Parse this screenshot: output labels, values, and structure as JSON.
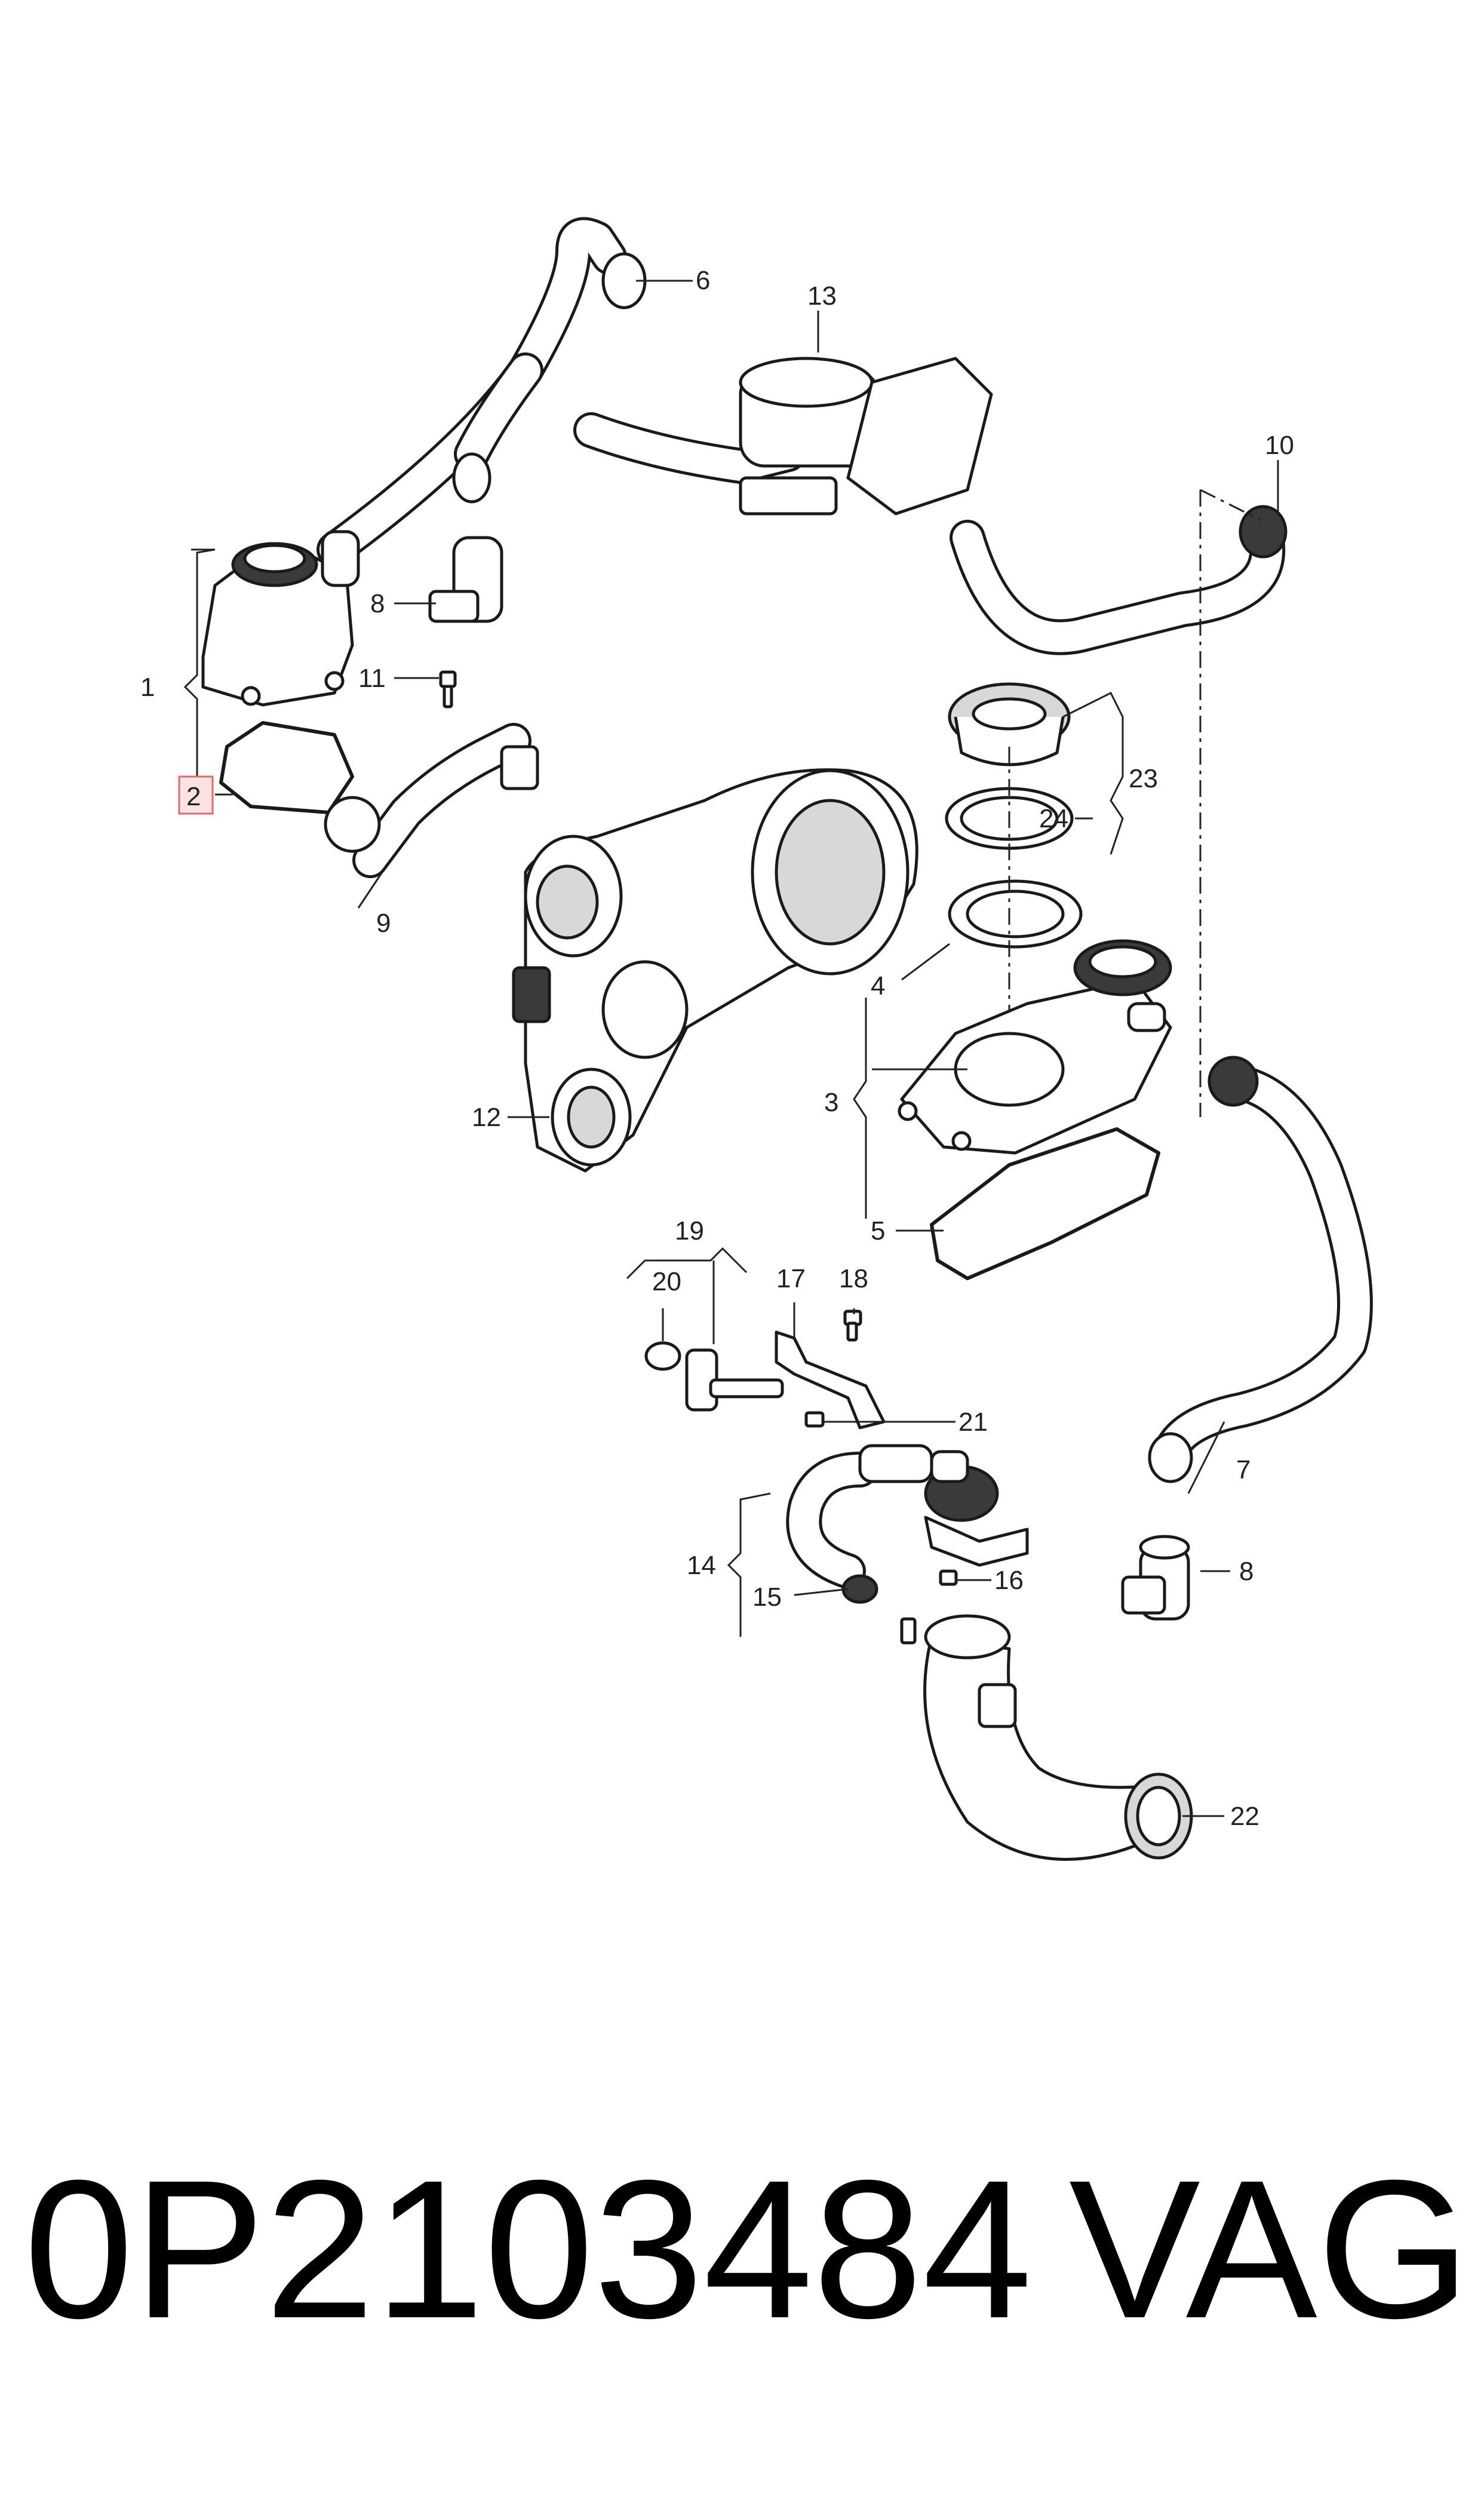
{
  "diagram": {
    "callouts": {
      "c1": "1",
      "c2": "2",
      "c3": "3",
      "c4": "4",
      "c5": "5",
      "c6": "6",
      "c7": "7",
      "c8a": "8",
      "c8b": "8",
      "c9": "9",
      "c10": "10",
      "c11": "11",
      "c12": "12",
      "c13": "13",
      "c14": "14",
      "c15": "15",
      "c16": "16",
      "c17": "17",
      "c18": "18",
      "c19": "19",
      "c20": "20",
      "c21": "21",
      "c22": "22",
      "c23": "23",
      "c24": "24"
    },
    "highlighted_part": "2",
    "highlight_color": "#e06a6a"
  },
  "footer": {
    "part_number": "0P2103484",
    "brand": "VAG"
  }
}
